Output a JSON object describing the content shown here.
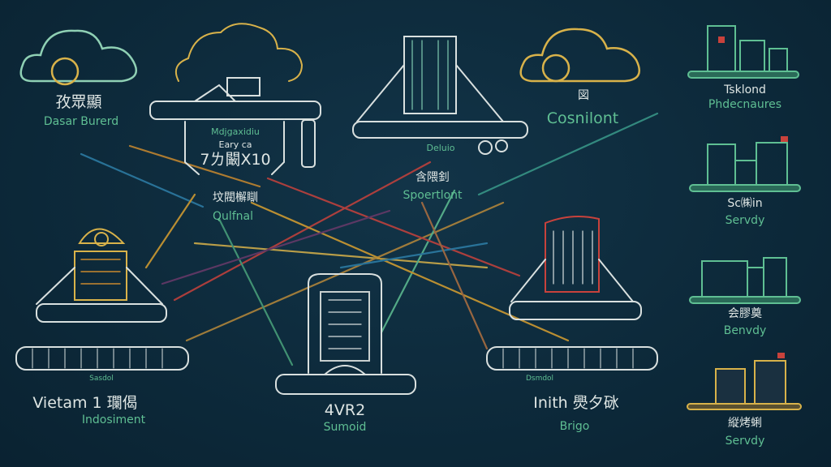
{
  "colors": {
    "background": "#0d2a3b",
    "outline": "#d9e0df",
    "gold": "#d8b24a",
    "green": "#5fbf93",
    "red": "#c8423c",
    "blue": "#2e7fa8"
  },
  "nodes": {
    "cloud_left": {
      "title": "孜眾顯",
      "subtitle": "Dasar Burerd"
    },
    "cloud_center": {
      "line1": "Mdjgaxidiu",
      "line2": "Eary ca",
      "line3": "7ㄌ闞X10"
    },
    "top_tower": {
      "label": "Deluio"
    },
    "cloud_right": {
      "title": "図",
      "subtitle": "Cosnilont"
    },
    "mid_right": {
      "title": "含隈釗",
      "subtitle": "Spoertlont"
    },
    "mid_left": {
      "title": "坟閥檞瞓",
      "subtitle": "Qulfnal"
    },
    "bottom_left": {
      "label": "Sasdol",
      "title": "Vietam 1 瓓偈",
      "subtitle": "Indosiment"
    },
    "bottom_center": {
      "title": "4VR2",
      "subtitle": "Sumoid"
    },
    "bottom_right": {
      "label": "Dsmdol",
      "title": "Inith 爂夕砯",
      "subtitle": "Brigo"
    }
  },
  "sidebar": [
    {
      "title": "Tsklond",
      "subtitle": "Phdecnaures"
    },
    {
      "title": "Sc㈱in",
      "subtitle": "Servdy"
    },
    {
      "title": "会膠奠",
      "subtitle": "Benvdy"
    },
    {
      "title": "縦烤蜊",
      "subtitle": "Servdy"
    }
  ]
}
